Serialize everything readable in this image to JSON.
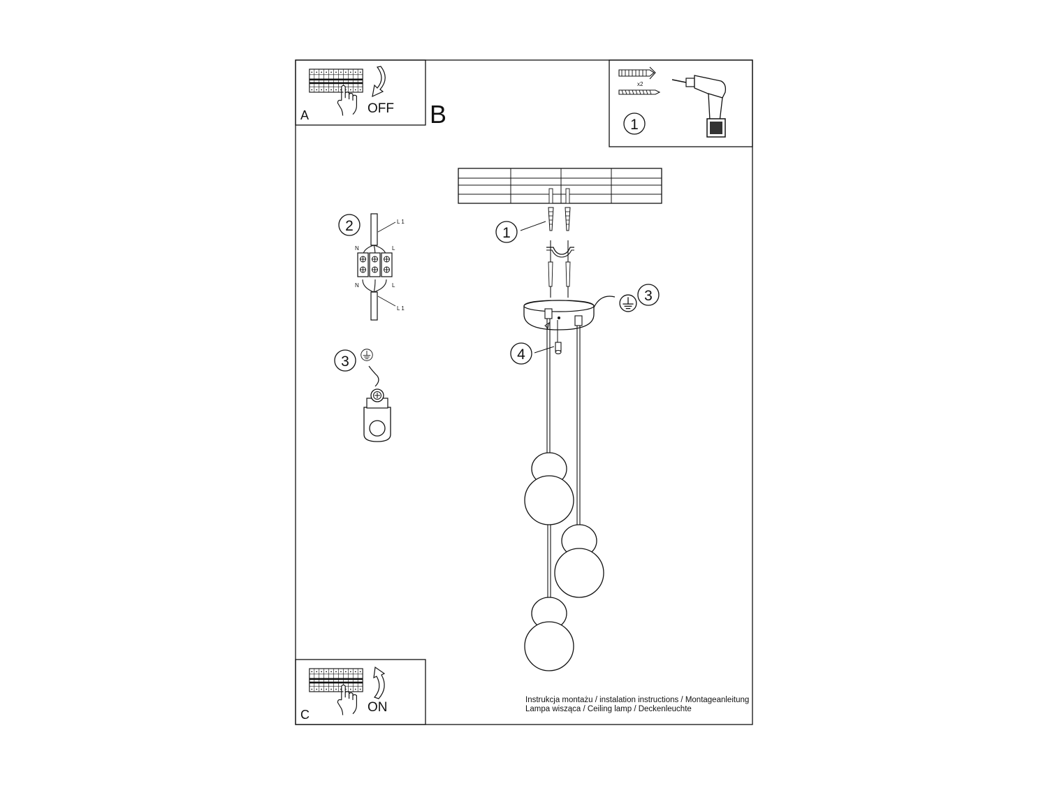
{
  "panels": {
    "a": {
      "letter": "A",
      "word": "OFF"
    },
    "b": {
      "letter": "B"
    },
    "c": {
      "letter": "C",
      "word": "ON"
    }
  },
  "tools": {
    "callout": "1",
    "quantity": "x2"
  },
  "wiring": {
    "callout": "2",
    "labels": {
      "n_top": "N",
      "l_top": "L",
      "l1_top": "L 1",
      "n_bottom": "N",
      "l_bottom": "L",
      "l1_bottom": "L 1"
    }
  },
  "ground_detail": {
    "callout": "3"
  },
  "main": {
    "callout_1": "1",
    "callout_3": "3",
    "callout_4": "4"
  },
  "footer": {
    "line1": "Instrukcja montażu / instalation instructions / Montageanleitung",
    "line2": "Lampa wisząca / Ceiling lamp / Deckenleuchte"
  },
  "colors": {
    "ink": "#111111",
    "paper": "#ffffff"
  }
}
